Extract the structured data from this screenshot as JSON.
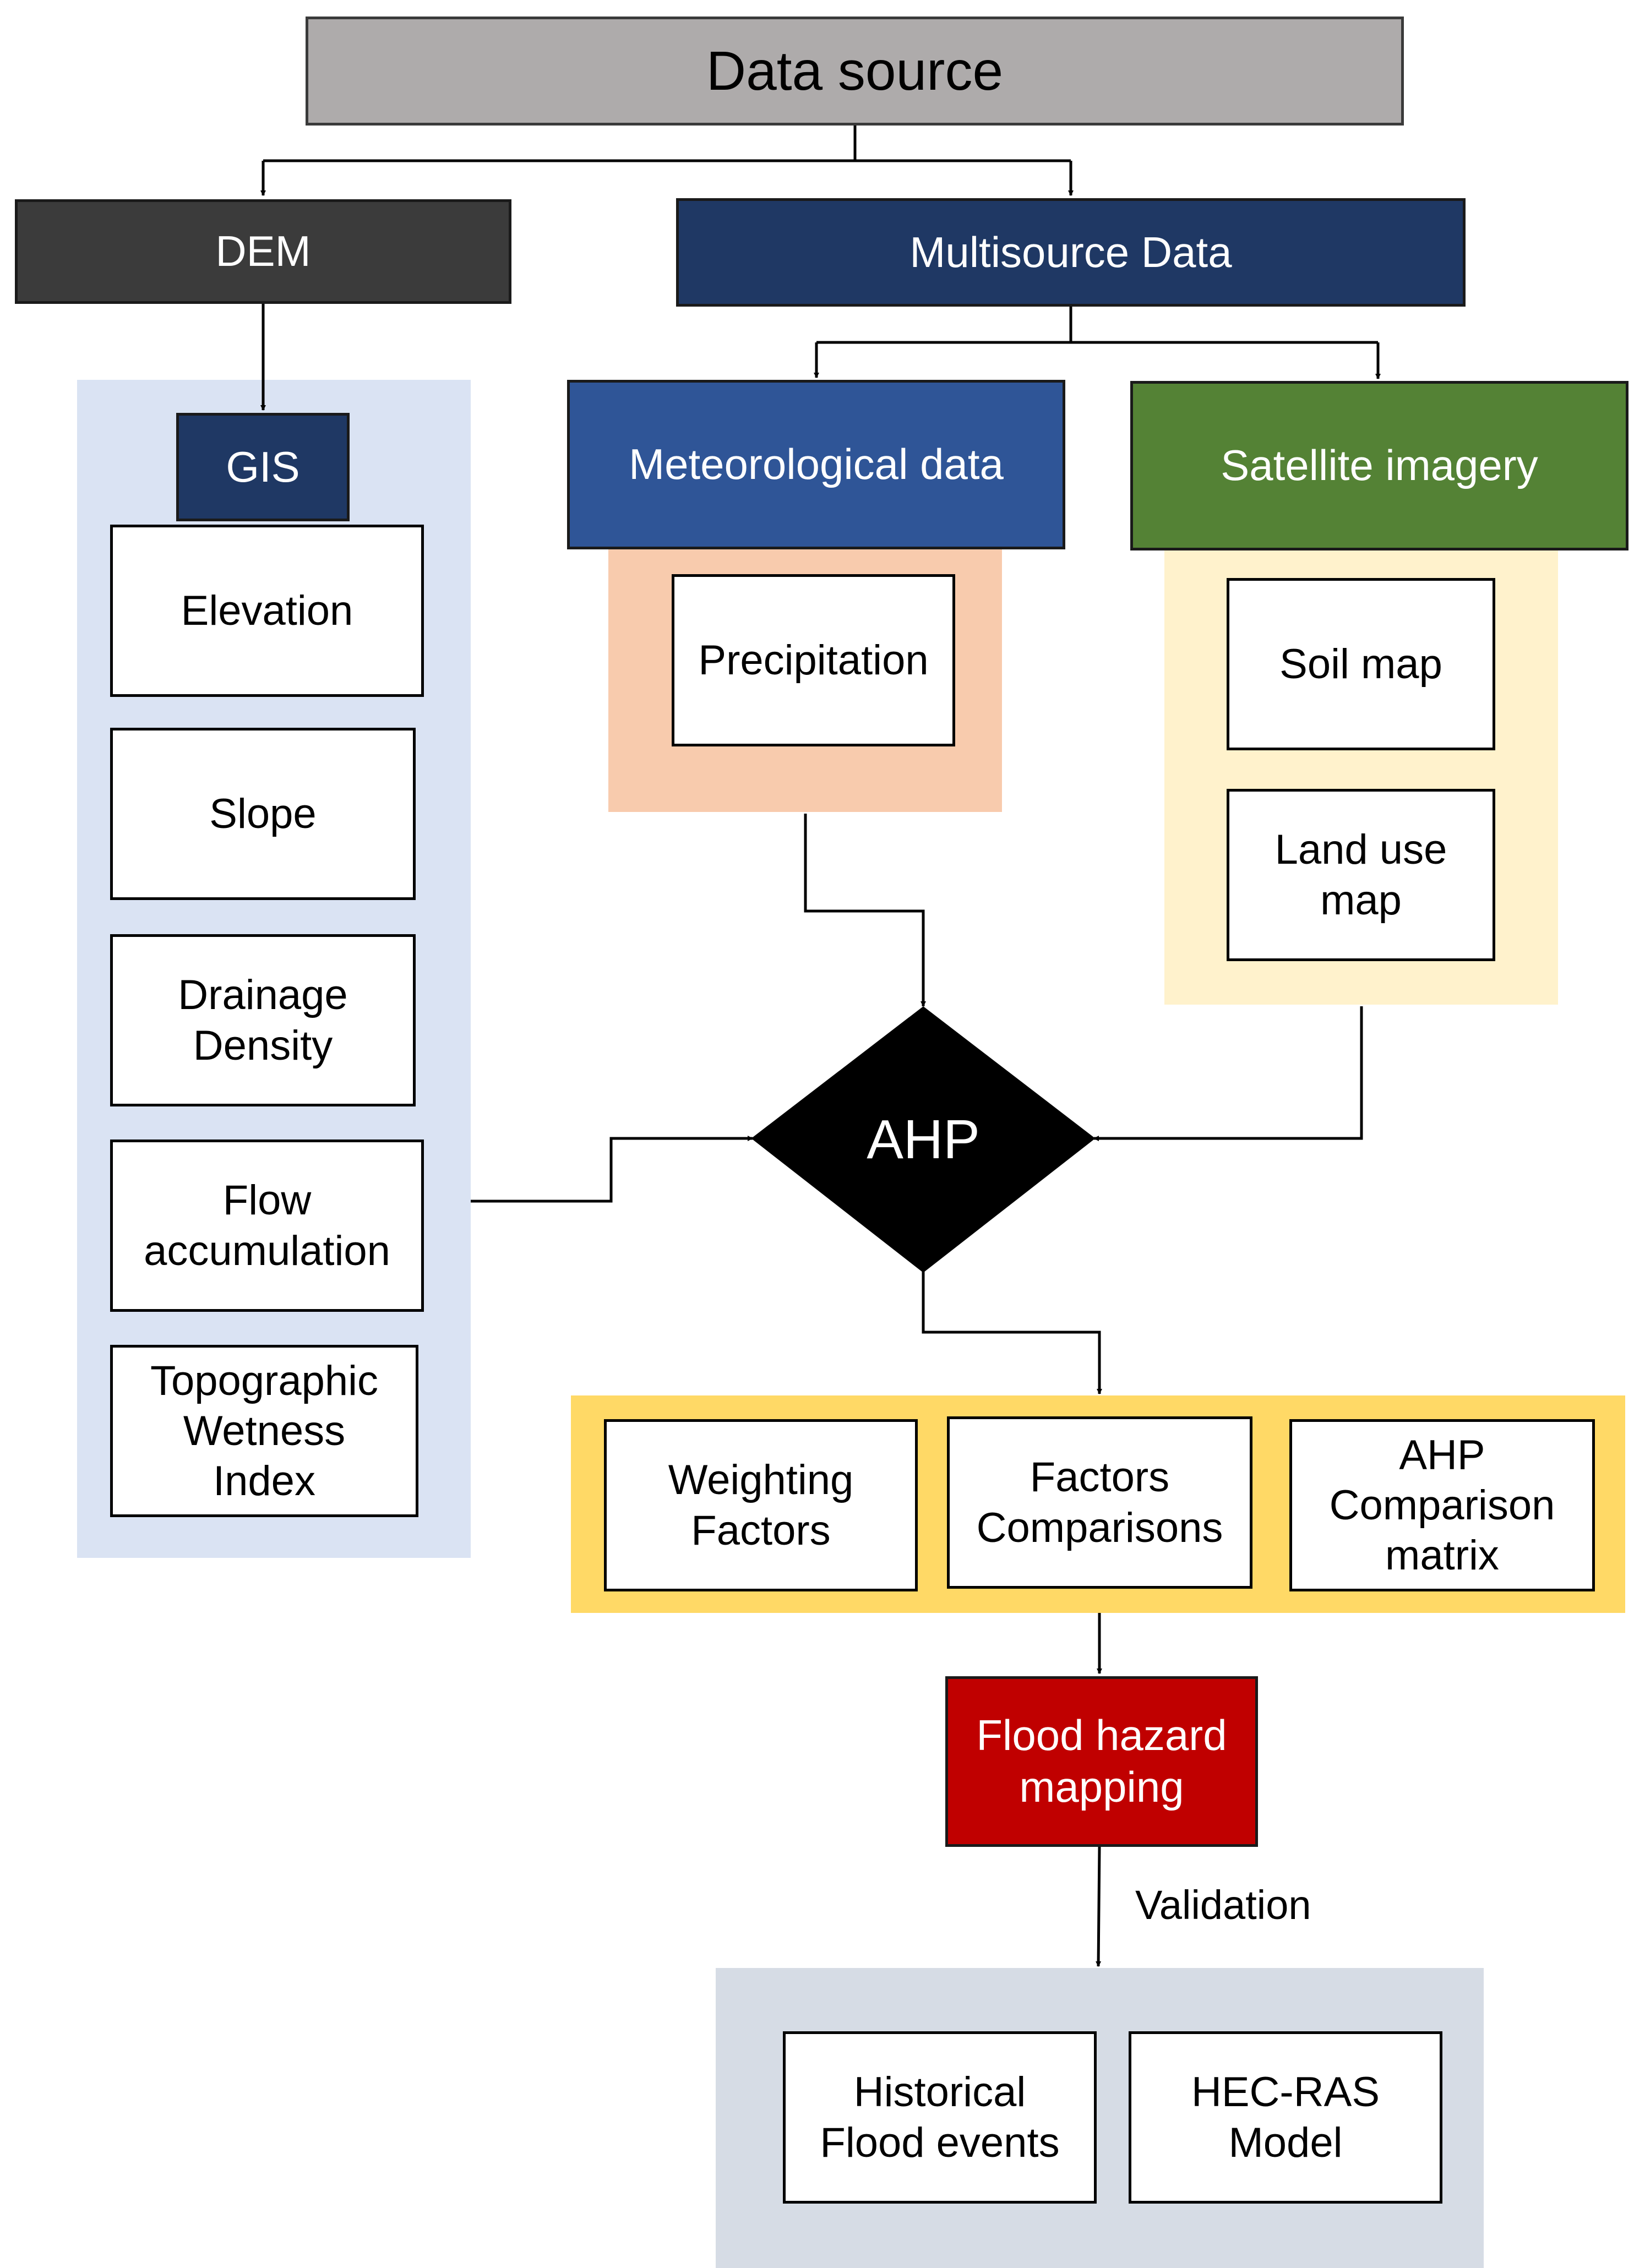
{
  "nodes": {
    "data_source": "Data source",
    "dem": "DEM",
    "multisource": "Multisource Data",
    "gis": "GIS",
    "meteorological": "Meteorological data",
    "satellite": "Satellite imagery",
    "elevation": "Elevation",
    "slope": "Slope",
    "drainage_density": "Drainage\nDensity",
    "flow_accumulation": "Flow\naccumulation",
    "twi": "Topographic\nWetness\nIndex",
    "precipitation": "Precipitation",
    "soil_map": "Soil map",
    "land_use_map": "Land use\nmap",
    "ahp": "AHP",
    "weighting_factors": "Weighting\nFactors",
    "factors_comparisons": "Factors\nComparisons",
    "ahp_matrix": "AHP\nComparison\nmatrix",
    "flood_hazard": "Flood hazard\nmapping",
    "historical_flood": "Historical\nFlood events",
    "hec_ras": "HEC-RAS\nModel"
  },
  "edge_labels": {
    "validation": "Validation"
  },
  "colors": {
    "data_source_fill": "#AEABAB",
    "dem_fill": "#3B3B3B",
    "multisource_fill": "#1F3864",
    "gis_fill": "#1F3864",
    "meteorological_fill": "#2F5597",
    "satellite_fill": "#548235",
    "gis_panel": "#DAE3F3",
    "precip_panel": "#F8CBAD",
    "satellite_panel": "#FFF2CC",
    "ahp_panel": "#FFD966",
    "validation_panel": "#D6DCE5",
    "ahp_fill": "#000000",
    "flood_fill": "#C00000"
  }
}
